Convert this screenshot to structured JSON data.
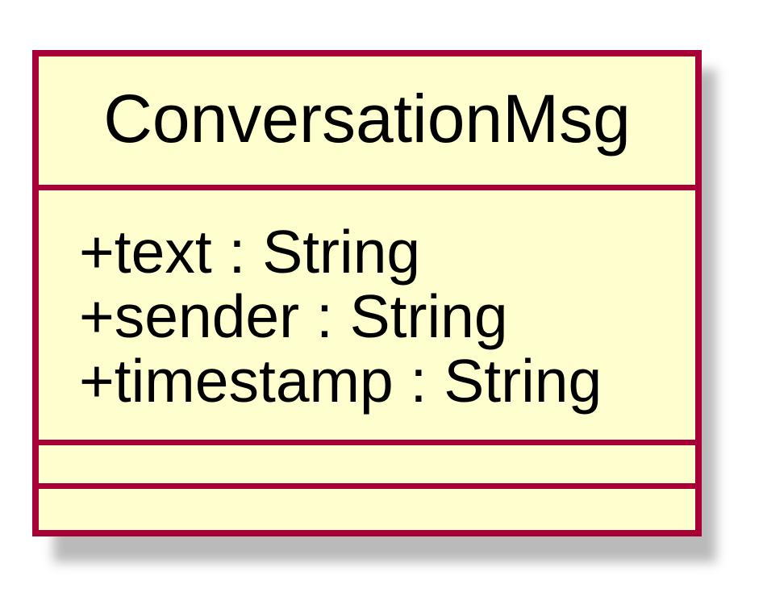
{
  "diagram": {
    "class_name": "ConversationMsg",
    "attributes": [
      "+text : String",
      "+sender : String",
      "+timestamp : String"
    ],
    "methods": []
  },
  "colors": {
    "border": "#a80036",
    "fill": "#fefece",
    "shadow": "#b3b3b3",
    "text": "#000000"
  }
}
